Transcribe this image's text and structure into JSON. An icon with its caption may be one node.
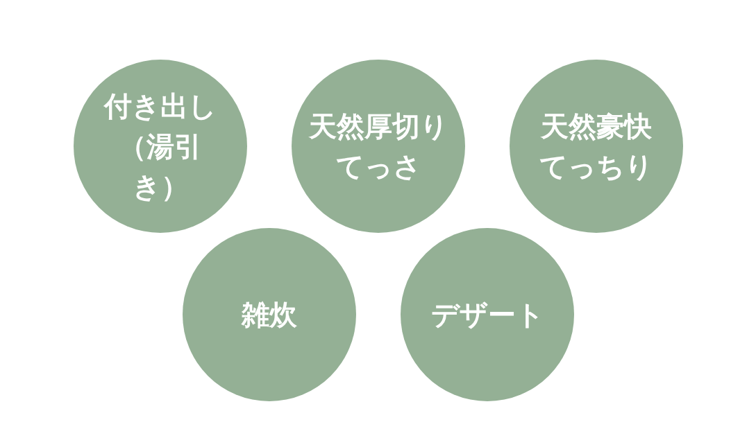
{
  "diagram": {
    "nodes": [
      {
        "text": [
          "付き出し（湯引き）"
        ]
      },
      {
        "text": [
          "天然厚切りてっさ"
        ]
      },
      {
        "text": [
          "天然豪快てっちり"
        ]
      },
      {
        "text": [
          "雑炊"
        ]
      },
      {
        "text": [
          "デザート"
        ]
      }
    ]
  }
}
